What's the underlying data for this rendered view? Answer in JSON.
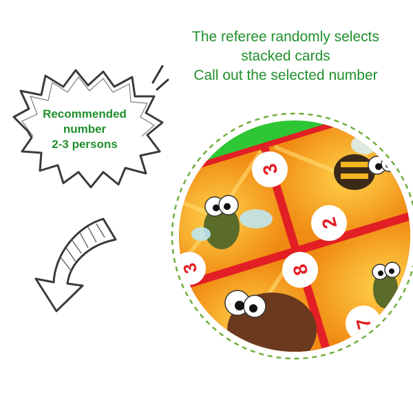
{
  "caption": {
    "line1": "The referee randomly selects",
    "line2": "stacked cards",
    "line3": "Call out the selected number"
  },
  "bubble": {
    "line1": "Recommended",
    "line2": "number",
    "line3": "2-3 persons"
  },
  "cards": {
    "numbers": [
      "3",
      "2",
      "3",
      "8",
      "7"
    ]
  },
  "colors": {
    "text_green": "#1f8f2a",
    "card_red": "#e21f24",
    "card_orange": "#f59a1b",
    "table_green": "#2ec634"
  }
}
